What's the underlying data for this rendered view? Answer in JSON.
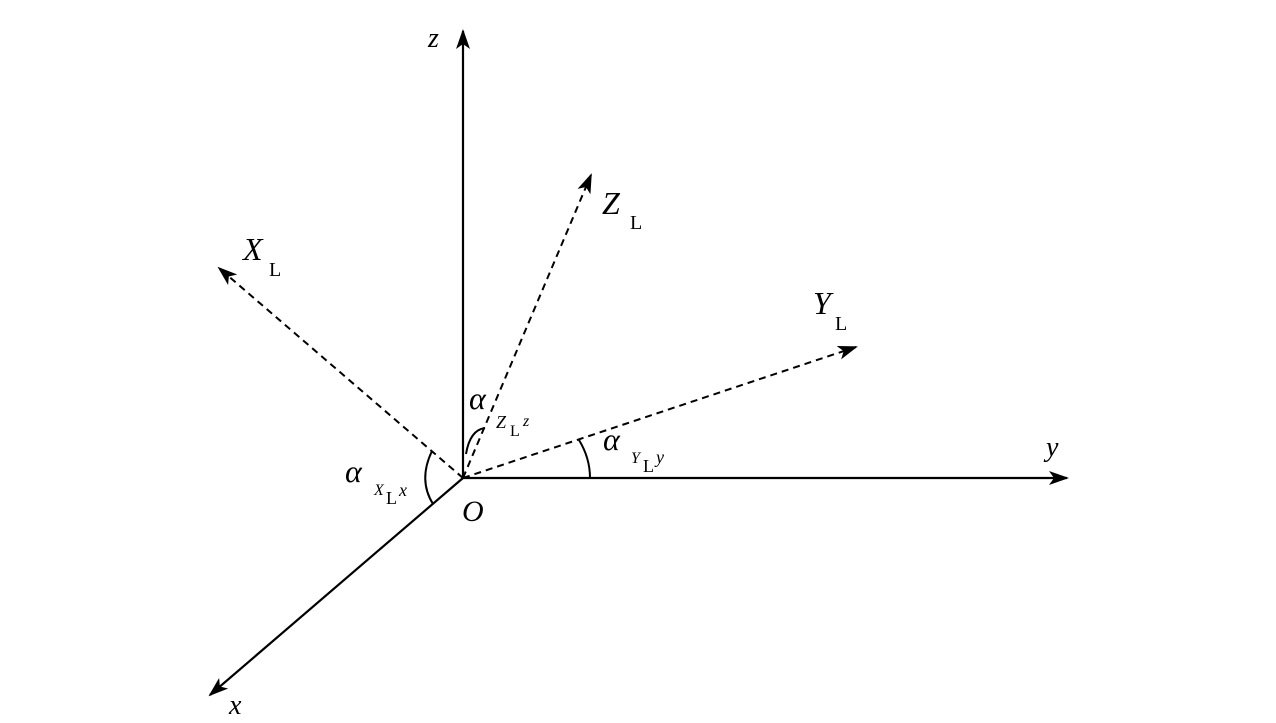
{
  "labels": {
    "z": "z",
    "y": "y",
    "x": "x",
    "origin": "O",
    "XL_main": "X",
    "XL_sub": "L",
    "YL_main": "Y",
    "YL_sub": "L",
    "ZL_main": "Z",
    "ZL_sub": "L"
  },
  "angles": {
    "alpha_symbol": "α",
    "z_angle_sub": "Z",
    "z_angle_L": "L",
    "z_angle_axis": "z",
    "y_angle_sub": "Y",
    "y_angle_L": "L",
    "y_angle_axis": "y",
    "x_angle_sub": "X",
    "x_angle_L": "L",
    "x_angle_axis": "x"
  }
}
